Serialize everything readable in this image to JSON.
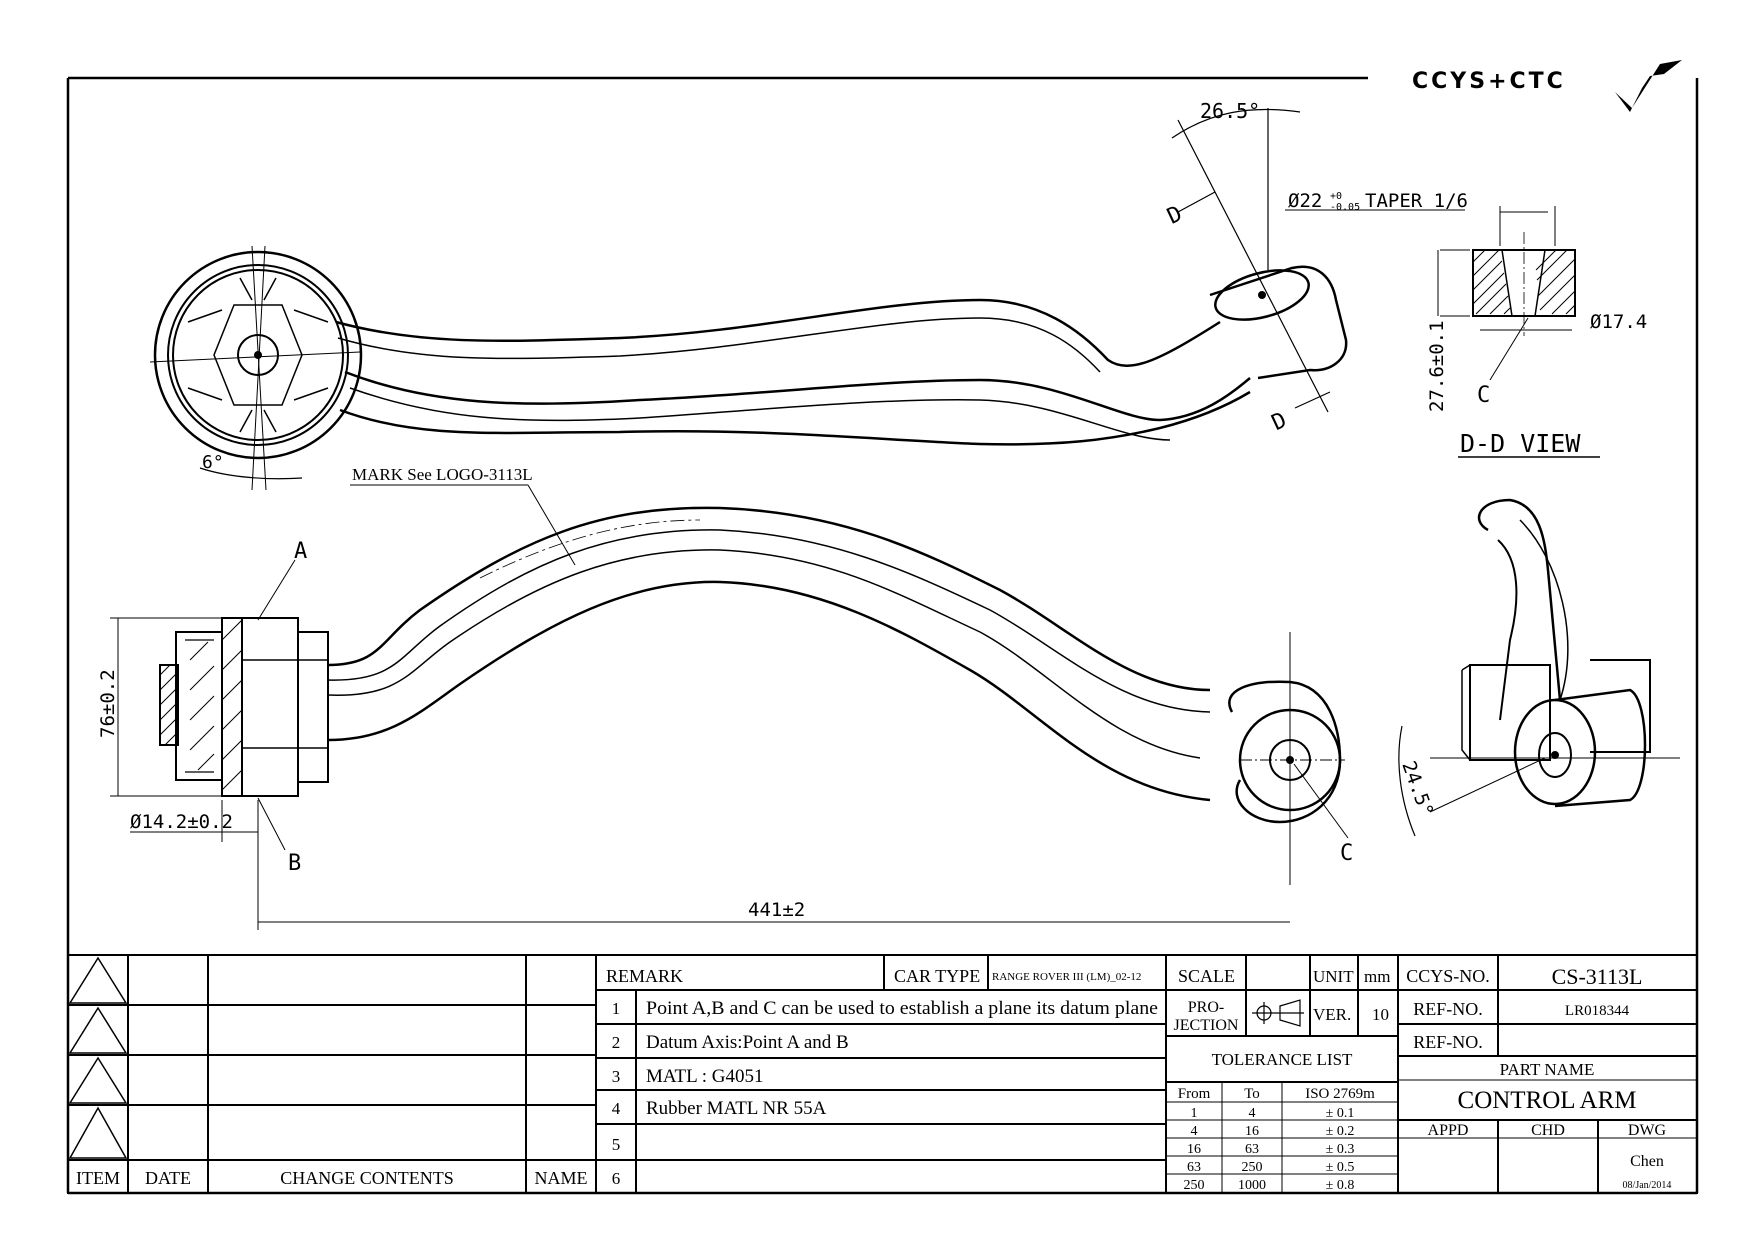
{
  "logo": {
    "text": "CCYS+CTC"
  },
  "dimensions": {
    "angle_top": "26.5°",
    "taper": "Ø22",
    "taper_tol_upper": "+0",
    "taper_tol_lower": "-0.05",
    "taper_suffix": "TAPER 1/6",
    "bore": "Ø17.4",
    "height": "27.6±0.1",
    "angle_left": "6°",
    "height_76": "76±0.2",
    "dia_14": "Ø14.2±0.2",
    "length": "441±2",
    "angle_right": "24.5°"
  },
  "labels": {
    "section_d": "D",
    "point_a": "A",
    "point_b": "B",
    "point_c": "C",
    "mark_note": "MARK See LOGO-3113L",
    "dd_view": "D-D VIEW"
  },
  "revision_table": {
    "headers": [
      "ITEM",
      "DATE",
      "CHANGE CONTENTS",
      "NAME"
    ]
  },
  "remarks": {
    "header": "REMARK",
    "car_type_label": "CAR TYPE",
    "car_type_value": "RANGE ROVER III (LM)_02-12",
    "items": [
      {
        "no": "1",
        "text": "Point A,B and C can be used to establish a plane its datum plane"
      },
      {
        "no": "2",
        "text": "Datum Axis:Point A and B"
      },
      {
        "no": "3",
        "text": "MATL : G4051"
      },
      {
        "no": "4",
        "text": "Rubber MATL NR 55A"
      },
      {
        "no": "5",
        "text": ""
      },
      {
        "no": "6",
        "text": ""
      }
    ]
  },
  "specs": {
    "scale_label": "SCALE",
    "unit_label": "UNIT",
    "unit_value": "mm",
    "projection_label_1": "PRO-",
    "projection_label_2": "JECTION",
    "ver_label": "VER.",
    "ver_value": "10"
  },
  "tolerance": {
    "title": "TOLERANCE LIST",
    "headers": [
      "From",
      "To",
      "ISO 2769m"
    ],
    "rows": [
      [
        "1",
        "4",
        "± 0.1"
      ],
      [
        "4",
        "16",
        "± 0.2"
      ],
      [
        "16",
        "63",
        "± 0.3"
      ],
      [
        "63",
        "250",
        "± 0.5"
      ],
      [
        "250",
        "1000",
        "± 0.8"
      ]
    ]
  },
  "title_block": {
    "ccys_no_label": "CCYS-NO.",
    "ccys_no_value": "CS-3113L",
    "ref_no_label": "REF-NO.",
    "ref_no_value": "LR018344",
    "ref_no2_label": "REF-NO.",
    "part_name_label": "PART NAME",
    "part_name_value": "CONTROL ARM",
    "appd_label": "APPD",
    "chd_label": "CHD",
    "dwg_label": "DWG",
    "dwg_name": "Chen",
    "date": "08/Jan/2014"
  }
}
